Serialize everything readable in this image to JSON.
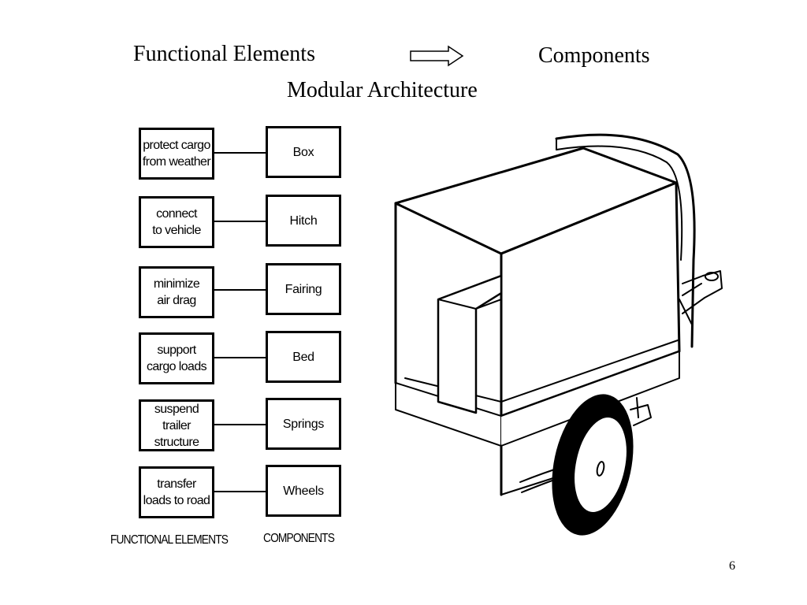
{
  "header": {
    "left": "Functional Elements",
    "right": "Components",
    "subtitle": "Modular Architecture"
  },
  "diagram": {
    "rows": [
      {
        "function": "protect cargo\nfrom weather",
        "component": "Box"
      },
      {
        "function": "connect\nto vehicle",
        "component": "Hitch"
      },
      {
        "function": "minimize\nair drag",
        "component": "Fairing"
      },
      {
        "function": "support\ncargo loads",
        "component": "Bed"
      },
      {
        "function": "suspend\ntrailer structure",
        "component": "Springs"
      },
      {
        "function": "transfer\nloads to road",
        "component": "Wheels"
      }
    ],
    "col_labels": {
      "functional": "FUNCTIONAL ELEMENTS",
      "components": "COMPONENTS"
    }
  },
  "page_number": "6"
}
